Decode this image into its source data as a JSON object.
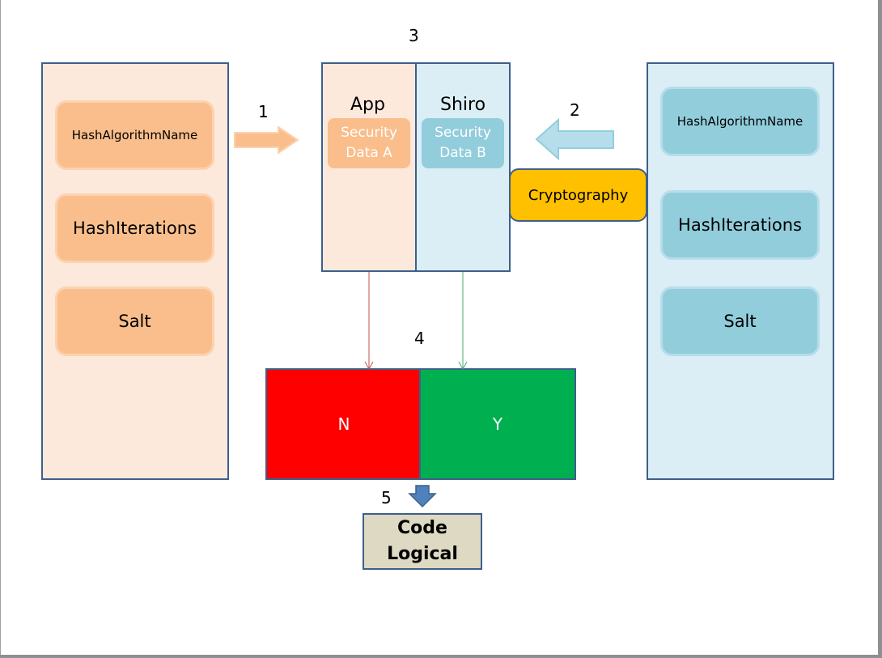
{
  "left_panel": {
    "items": [
      "HashAlgorithmName",
      "HashIterations",
      "Salt"
    ]
  },
  "right_panel": {
    "items": [
      "HashAlgorithmName",
      "HashIterations",
      "Salt"
    ]
  },
  "steps": {
    "one": "1",
    "two": "2",
    "three": "3",
    "four": "4",
    "five": "5"
  },
  "center": {
    "app_title": "App",
    "shiro_title": "Shiro",
    "security_a_line1": "Security",
    "security_a_line2": "Data A",
    "security_b_line1": "Security",
    "security_b_line2": "Data B"
  },
  "cryptography": "Cryptography",
  "results": {
    "n_label": "N",
    "y_label": "Y"
  },
  "code": {
    "line1": "Code",
    "line2": "Logical"
  },
  "colors": {
    "orange_fill": "#f9be8c",
    "blue_fill": "#92cddc",
    "border": "#3e5f8a",
    "crypto": "#ffc000",
    "no": "#ff0000",
    "yes": "#00b050"
  }
}
